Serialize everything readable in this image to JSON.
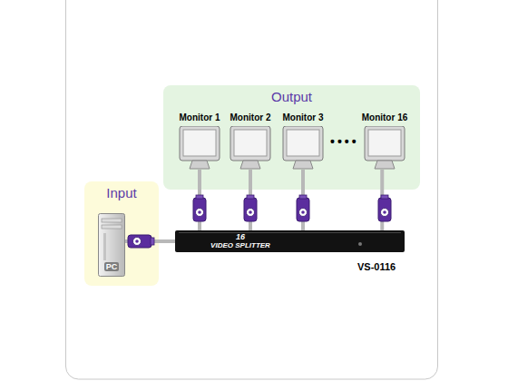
{
  "diagram": {
    "nodes": [
      {
        "text": [
          "Output"
        ]
      },
      {
        "text": [
          "Monitor 1"
        ],
        "in": 0
      },
      {
        "text": [
          "Monitor 2"
        ],
        "in": 0
      },
      {
        "text": [
          "Monitor 3"
        ],
        "in": 0
      },
      {
        "text": [
          "Monitor 16"
        ],
        "in": 0
      },
      {
        "text": [
          "Input"
        ]
      },
      {
        "text": [
          "PC"
        ],
        "in": 5
      },
      {
        "text": [
          "16",
          "VIDEO SPLITTER"
        ]
      }
    ],
    "edges": [
      {
        "from": 6,
        "to": 7,
        "arrow": "none"
      },
      {
        "from": 7,
        "to": 1,
        "arrow": "none"
      },
      {
        "from": 7,
        "to": 2,
        "arrow": "none"
      },
      {
        "from": 7,
        "to": 3,
        "arrow": "none"
      },
      {
        "from": 7,
        "to": 4,
        "arrow": "none"
      }
    ],
    "labels": [
      "••••",
      "VS-0116"
    ]
  }
}
